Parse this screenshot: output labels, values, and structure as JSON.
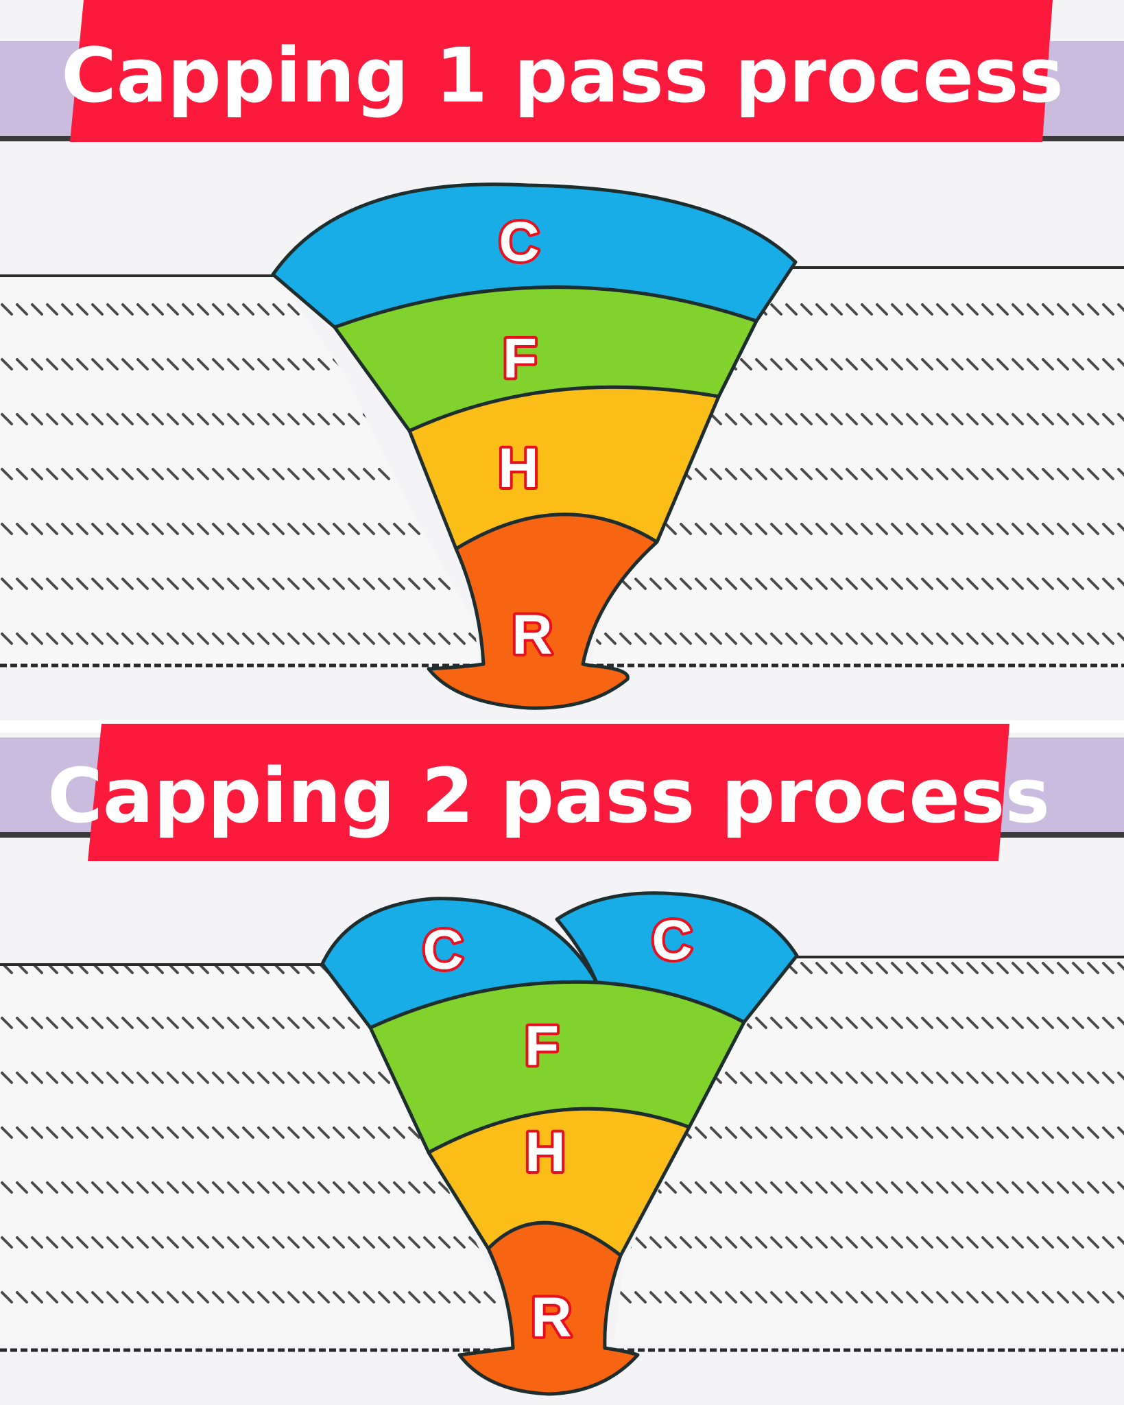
{
  "colors": {
    "banner_red": "#fb1a3b",
    "band_purple": "#c9bcdf",
    "cap_blue": "#18ade6",
    "fill_green": "#82d22e",
    "hot_yellow": "#fbbd17",
    "root_orange": "#f76512",
    "label_outline": "#e8101e"
  },
  "panels": [
    {
      "title": "Capping 1 pass process",
      "labels": {
        "cap": "C",
        "fill": "F",
        "hot": "H",
        "root": "R"
      }
    },
    {
      "title": "Capping 2 pass process",
      "labels": {
        "cap_left": "C",
        "cap_right": "C",
        "fill": "F",
        "hot": "H",
        "root": "R"
      }
    }
  ]
}
